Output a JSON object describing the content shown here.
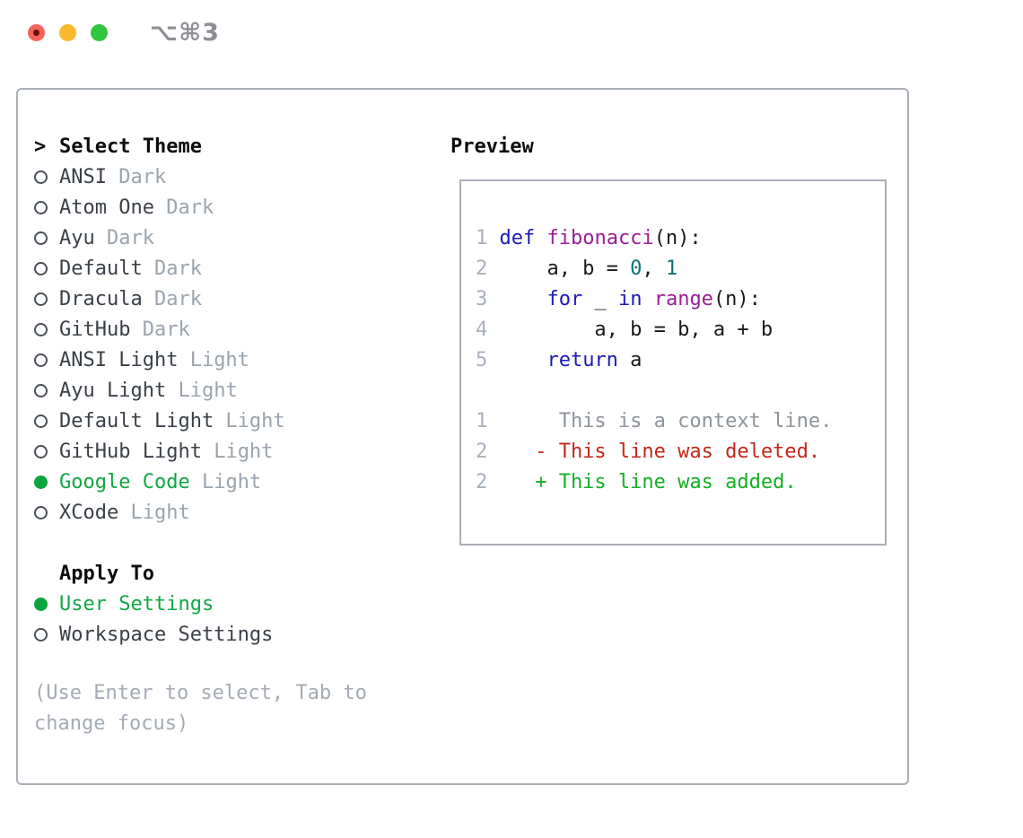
{
  "window": {
    "title": "⌥⌘3"
  },
  "theme_panel": {
    "header_caret": ">",
    "header": "Select Theme",
    "items": [
      {
        "name": "ANSI",
        "variant": "Dark",
        "selected": false
      },
      {
        "name": "Atom One",
        "variant": "Dark",
        "selected": false
      },
      {
        "name": "Ayu",
        "variant": "Dark",
        "selected": false
      },
      {
        "name": "Default",
        "variant": "Dark",
        "selected": false
      },
      {
        "name": "Dracula",
        "variant": "Dark",
        "selected": false
      },
      {
        "name": "GitHub",
        "variant": "Dark",
        "selected": false
      },
      {
        "name": "ANSI Light",
        "variant": "Light",
        "selected": false
      },
      {
        "name": "Ayu Light",
        "variant": "Light",
        "selected": false
      },
      {
        "name": "Default Light",
        "variant": "Light",
        "selected": false
      },
      {
        "name": "GitHub Light",
        "variant": "Light",
        "selected": false
      },
      {
        "name": "Google Code",
        "variant": "Light",
        "selected": true
      },
      {
        "name": "XCode",
        "variant": "Light",
        "selected": false
      }
    ],
    "apply_to": {
      "header": "Apply To",
      "items": [
        {
          "label": "User Settings",
          "selected": true
        },
        {
          "label": "Workspace Settings",
          "selected": false
        }
      ]
    },
    "help_text": "(Use Enter to select, Tab to change focus)"
  },
  "preview": {
    "title": "Preview",
    "lines": [
      {
        "num": "1",
        "tokens": [
          {
            "text": "def",
            "type": "keyword"
          },
          {
            "text": " ",
            "type": "plain"
          },
          {
            "text": "fibonacci",
            "type": "function"
          },
          {
            "text": "(n):",
            "type": "plain"
          }
        ]
      },
      {
        "num": "2",
        "tokens": [
          {
            "text": "    a, b = ",
            "type": "plain"
          },
          {
            "text": "0",
            "type": "literal"
          },
          {
            "text": ", ",
            "type": "plain"
          },
          {
            "text": "1",
            "type": "literal"
          }
        ]
      },
      {
        "num": "3",
        "tokens": [
          {
            "text": "    ",
            "type": "plain"
          },
          {
            "text": "for",
            "type": "keyword"
          },
          {
            "text": " _ ",
            "type": "plain"
          },
          {
            "text": "in",
            "type": "keyword"
          },
          {
            "text": " ",
            "type": "plain"
          },
          {
            "text": "range",
            "type": "function"
          },
          {
            "text": "(n):",
            "type": "plain"
          }
        ]
      },
      {
        "num": "4",
        "tokens": [
          {
            "text": "        a, b = b, a + b",
            "type": "plain"
          }
        ]
      },
      {
        "num": "5",
        "tokens": [
          {
            "text": "    ",
            "type": "plain"
          },
          {
            "text": "return",
            "type": "keyword"
          },
          {
            "text": " a",
            "type": "plain"
          }
        ]
      },
      {
        "num": "",
        "tokens": []
      },
      {
        "num": "1",
        "tokens": [
          {
            "text": "     This is a context line.",
            "type": "context"
          }
        ]
      },
      {
        "num": "2",
        "tokens": [
          {
            "text": "   - This line was deleted.",
            "type": "deleted"
          }
        ]
      },
      {
        "num": "2",
        "tokens": [
          {
            "text": "   + This line was added.",
            "type": "added"
          }
        ]
      }
    ]
  },
  "colors": {
    "accent_green": "#0fa844",
    "marker_green": "#0ca43e",
    "text_primary": "#3a4049",
    "text_secondary": "#9aa4ae",
    "header_text": "#0b0c0e",
    "help_text": "#a3abb5",
    "panel_border": "#a9afb7",
    "line_number": "#a7b0bd",
    "keyword_blue": "#1b1bbe",
    "function_purple": "#991d96",
    "literal_teal": "#0d7272",
    "diff_context": "#8d949c",
    "diff_deleted": "#c3271a",
    "diff_added": "#12b025",
    "titlebar_text": "#8b8f94",
    "traffic_red": "#f4645d",
    "traffic_red_dot": "#6e0d05",
    "traffic_yellow": "#f9b82e",
    "traffic_green": "#32c53f"
  }
}
